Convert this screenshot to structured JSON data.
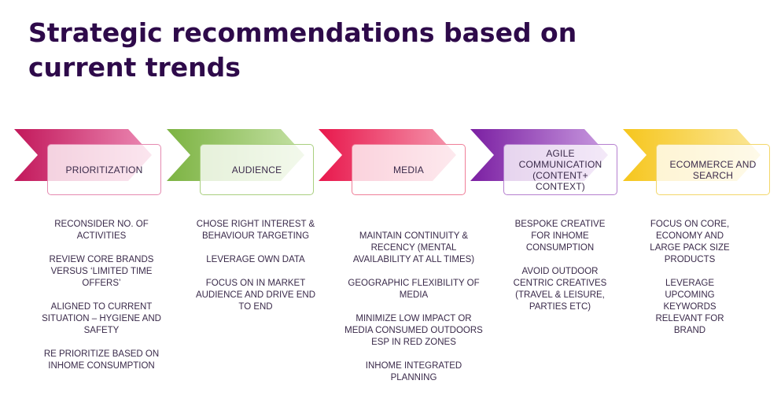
{
  "title": {
    "line1": "Strategic recommendations based on",
    "line2": "current trends"
  },
  "colors": {
    "title": "#2e0a4a",
    "prioritization": "#c2185b",
    "audience": "#7cb342",
    "media": "#e8174c",
    "agile_communication": "#7b1fa2",
    "ecommerce": "#f6c61d"
  },
  "steps": [
    {
      "label_lines": [
        "PRIORITIZATION"
      ],
      "items": [
        "RECONSIDER NO. OF ACTIVITIES",
        "REVIEW CORE BRANDS VERSUS ‘LIMITED TIME OFFERS’",
        "ALIGNED TO CURRENT SITUATION – HYGIENE AND SAFETY",
        "RE PRIORITIZE BASED ON INHOME CONSUMPTION"
      ]
    },
    {
      "label_lines": [
        "AUDIENCE"
      ],
      "items": [
        "CHOSE RIGHT INTEREST & BEHAVIOUR TARGETING",
        "LEVERAGE OWN DATA",
        "FOCUS ON IN MARKET AUDIENCE AND DRIVE END TO END"
      ]
    },
    {
      "label_lines": [
        "MEDIA"
      ],
      "items": [
        "MAINTAIN CONTINUITY & RECENCY (MENTAL AVAILABILITY AT ALL TIMES)",
        "GEOGRAPHIC FLEXIBILITY OF MEDIA",
        "MINIMIZE LOW IMPACT OR MEDIA CONSUMED OUTDOORS ESP IN RED ZONES",
        "INHOME INTEGRATED PLANNING"
      ]
    },
    {
      "label_lines": [
        "AGILE",
        "COMMUNICATION",
        "(CONTENT+",
        "CONTEXT)"
      ],
      "items": [
        "BESPOKE CREATIVE FOR INHOME CONSUMPTION",
        "AVOID OUTDOOR CENTRIC CREATIVES (TRAVEL & LEISURE, PARTIES ETC)"
      ]
    },
    {
      "label_lines": [
        "ECOMMERCE AND",
        "SEARCH"
      ],
      "items": [
        "FOCUS ON CORE, ECONOMY AND LARGE PACK SIZE PRODUCTS",
        "LEVERAGE UPCOMING KEYWORDS RELEVANT FOR BRAND"
      ]
    }
  ]
}
